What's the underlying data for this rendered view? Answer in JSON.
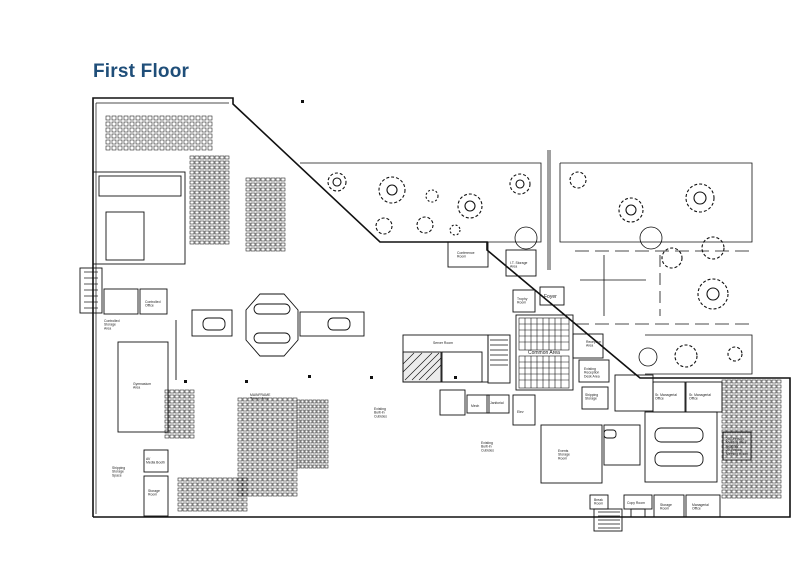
{
  "title": "First Floor",
  "rooms": {
    "conference_room": "Conference\nRoom",
    "it_storage_area": "I.T. Storage\nArea",
    "trophy_room": "Trophy\nRoom",
    "foyer": "Foyer",
    "controlled_office": "Controlled\nOffice",
    "controlled_storage_area": "Controlled\nStorage\nArea",
    "server_room": "Server Room",
    "common_area": "Common Area",
    "reception_area": "Reception\nArea",
    "existing_reception_desk_area": "Existing\nReception\nDesk Area",
    "shipping_storage": "Shipping\nStorage",
    "gymnasium_area": "Gymnasium\nArea",
    "mainframe_towers_area": "MAINFRAME\nTowers Area",
    "existing_built_in_cubicles_1": "Existing\nBuilt-In\nCubicles",
    "existing_built_in_cubicles_2": "Existing\nBuilt-In\nCubicles",
    "events_storage_room": "Events\nStorage\nRoom",
    "sr_managerial_office_1": "Sr. Managerial\nOffice",
    "sr_managerial_office_2": "Sr. Managerial\nOffice",
    "meeting_area": "200-Person\nMeeting Area\nSeating/\n20-Person\nMeeting Room",
    "storage_room_1": "Storage\nRoom",
    "storage_room_2": "Storage\nRoom",
    "managerial_office": "Managerial\nOffice",
    "copy_room": "Copy Room",
    "break_room": "Break\nRoom",
    "av_media_booth": "AV\nMedia Booth",
    "shipping_storage_space": "Shipping\nStorage\nSpace",
    "janitorial": "Janitorial",
    "mech": "Mech",
    "elevator": "Elev"
  }
}
